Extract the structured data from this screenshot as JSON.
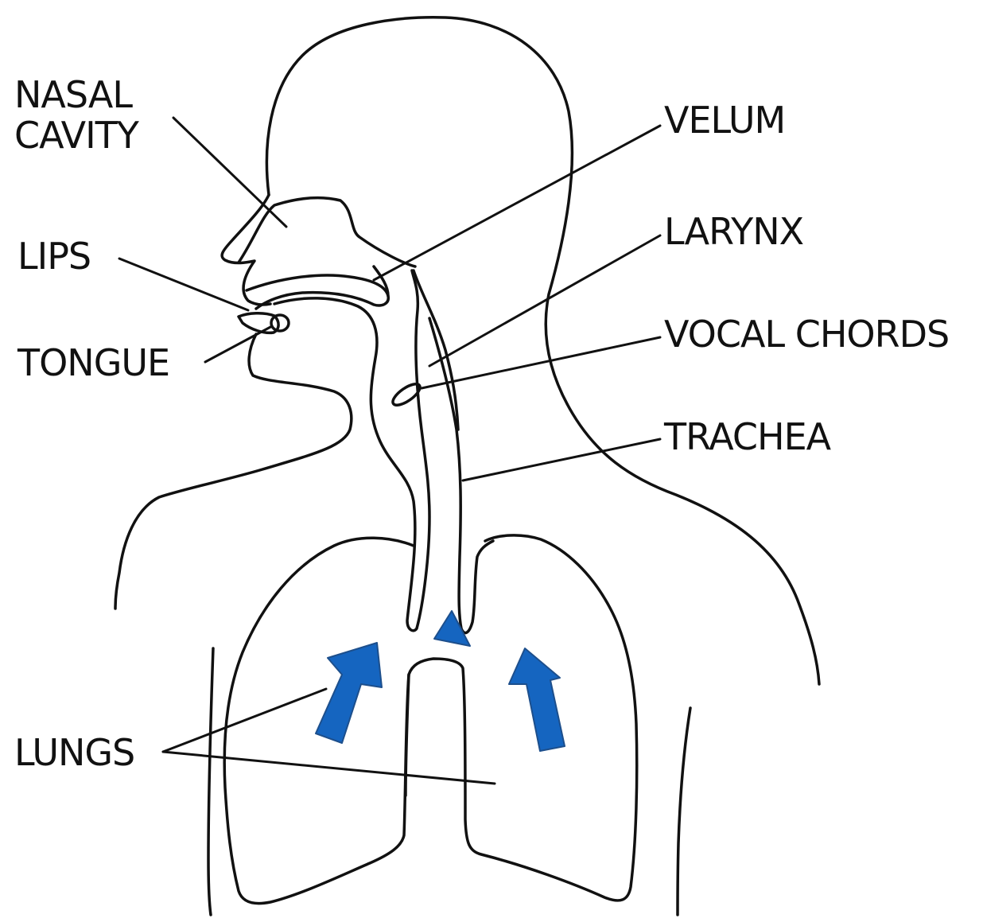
{
  "labels": {
    "nasal_cavity_line1": "NASAL",
    "nasal_cavity_line2": "CAVITY",
    "lips": "LIPS",
    "tongue": "TONGUE",
    "velum": "VELUM",
    "larynx": "LARYNX",
    "vocal_chords": "VOCAL CHORDS",
    "trachea": "TRACHEA",
    "lungs": "LUNGS"
  },
  "colors": {
    "outline": "#111111",
    "arrow_fill": "#1565c0",
    "background": "#ffffff"
  },
  "icons": {
    "airflow": "arrow-up-icon"
  }
}
